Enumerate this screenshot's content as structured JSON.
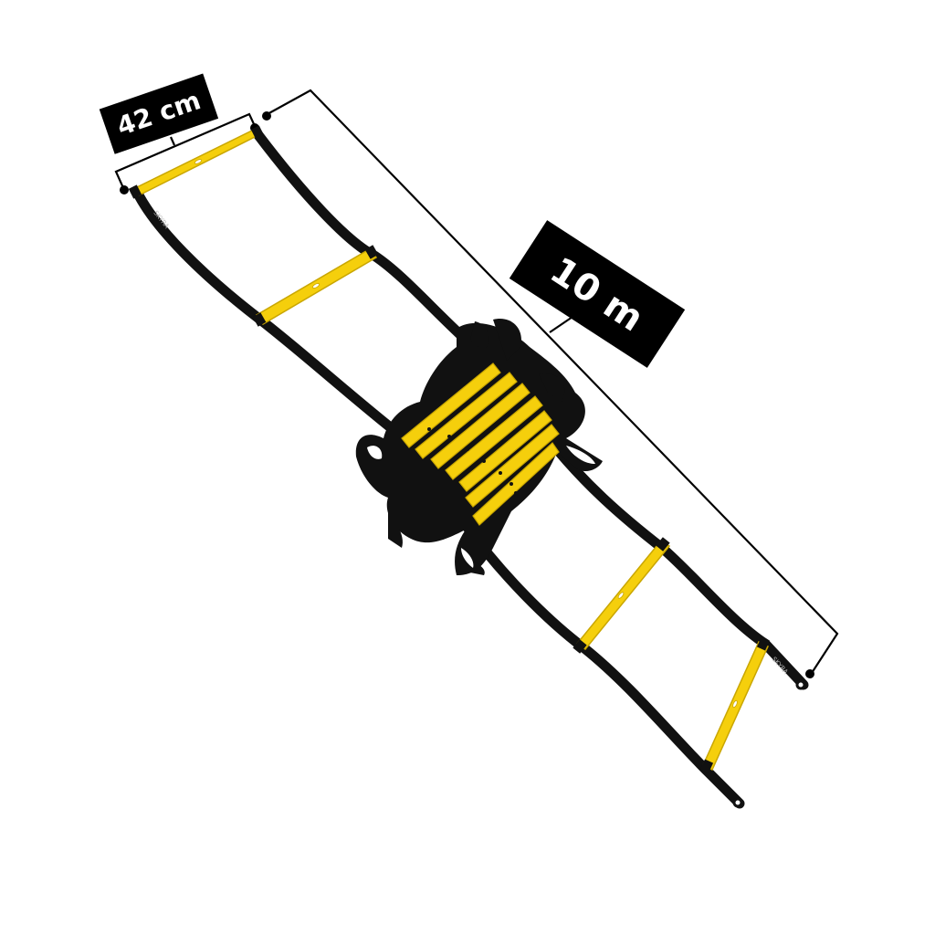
{
  "dimensions": {
    "width_label": "42 cm",
    "length_label": "10 m"
  },
  "product": {
    "strap_brand_text": "SKYRA"
  },
  "colors": {
    "rung": "#f5cf0c",
    "rung_shadow": "#c9a600",
    "strap": "#111111",
    "label_bg": "#000000",
    "label_text": "#ffffff",
    "dimension_line": "#000000",
    "background": "#ffffff"
  }
}
